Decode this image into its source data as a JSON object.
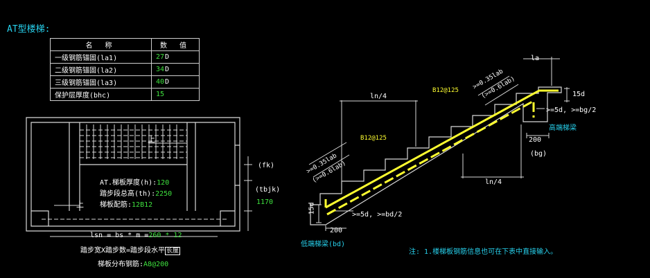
{
  "title": "AT型楼梯:",
  "params_table": {
    "headers": [
      "名 称",
      "数 值"
    ],
    "rows": [
      {
        "name": "一级钢筋锚固(la1)",
        "value": "27",
        "unit": "D"
      },
      {
        "name": "二级钢筋锚固(la2)",
        "value": "34",
        "unit": "D"
      },
      {
        "name": "三级钢筋锚固(la3)",
        "value": "40",
        "unit": "D"
      },
      {
        "name": "保护层厚度(bhc)",
        "value": "15",
        "unit": ""
      }
    ]
  },
  "plan": {
    "up_label_top": "上",
    "up_label_bottom": "上",
    "thickness_label": "AT.梯板厚度(h):",
    "thickness_value": "120",
    "height_label": "踏步段总高(th):",
    "height_value": "2250",
    "rebar_label": "梯板配筋:",
    "rebar_value": "12B12",
    "fk_label": "(fk)",
    "tbjk_label": "(tbjk)",
    "tbjk_value": "1170",
    "lsn_prefix": "lsn = bs * m =",
    "lsn_value": "260 * 12",
    "caption_text": "踏步宽X踏步数=踏步段水平",
    "caption_box": "长度",
    "dist_label": "梯板分布钢筋:",
    "dist_value": "A8@200"
  },
  "section": {
    "la": "la",
    "ln4_top": "ln/4",
    "ln4_bottom": "ln/4",
    "rebar_top": "B12@125",
    "rebar_left": "B12@125",
    "anchor_top_1": ">=0.35lab",
    "anchor_top_2": "(>=0.6lab)",
    "anchor_left_1": ">=0.35lab",
    "anchor_left_2": "(>=0.6lab)",
    "d15_right": "15d",
    "d15_left": "15d",
    "rule_right": ">=5d, >=bg/2",
    "rule_left": ">=5d, >=bd/2",
    "high_beam": "高端梯梁",
    "low_beam": "低端梯梁(bd)",
    "dim_200_right": "200",
    "bg_label": "(bg)",
    "dim_200_left": "200"
  },
  "note": "注: 1.楼梯板钢筋信息也可在下表中直接输入。",
  "colors": {
    "line": "#d9d9d9",
    "yellow": "#ffff30",
    "green": "#3fe33f",
    "cyan": "#27d0ec"
  }
}
